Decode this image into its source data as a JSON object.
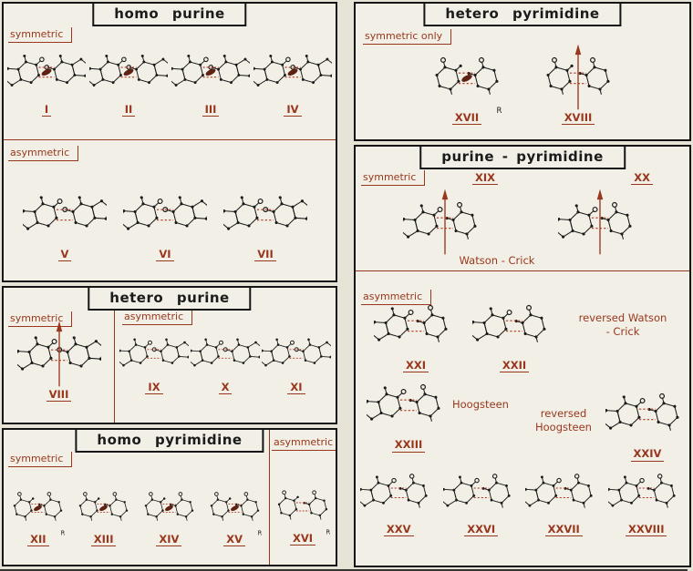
{
  "colors": {
    "accent": "#98371d",
    "ink": "#1b1b1b",
    "bond": "#b03a22",
    "ellipse": "#5f2212",
    "paper": "#f2efe6",
    "page_bg": "#e7e3d7",
    "border": "#151515"
  },
  "panels": {
    "homo_purine": {
      "title": "homo purine",
      "symmetric": {
        "label": "symmetric",
        "structures": [
          {
            "numeral": "I",
            "kind": "pp-e"
          },
          {
            "numeral": "II",
            "kind": "pp-e"
          },
          {
            "numeral": "III",
            "kind": "pp-e"
          },
          {
            "numeral": "IV",
            "kind": "pp-e"
          }
        ]
      },
      "asymmetric": {
        "label": "asymmetric",
        "structures": [
          {
            "numeral": "V",
            "kind": "pp"
          },
          {
            "numeral": "VI",
            "kind": "pp"
          },
          {
            "numeral": "VII",
            "kind": "pp"
          }
        ]
      }
    },
    "hetero_purine": {
      "title": "hetero purine",
      "symmetric": {
        "label": "symmetric",
        "structures": [
          {
            "numeral": "VIII",
            "kind": "pp-a"
          }
        ]
      },
      "asymmetric": {
        "label": "asymmetric",
        "structures": [
          {
            "numeral": "IX",
            "kind": "pp"
          },
          {
            "numeral": "X",
            "kind": "pp"
          },
          {
            "numeral": "XI",
            "kind": "pp"
          }
        ]
      }
    },
    "homo_pyrimidine": {
      "title": "homo pyrimidine",
      "symmetric": {
        "label": "symmetric",
        "structures": [
          {
            "numeral": "XII",
            "kind": "yy-e",
            "r": "R"
          },
          {
            "numeral": "XIII",
            "kind": "yy-e"
          },
          {
            "numeral": "XIV",
            "kind": "yy-e"
          },
          {
            "numeral": "XV",
            "kind": "yy-e",
            "r": "R"
          }
        ]
      },
      "asymmetric": {
        "label": "asymmetric",
        "structures": [
          {
            "numeral": "XVI",
            "kind": "yy",
            "r": "R"
          }
        ]
      }
    },
    "hetero_pyrimidine": {
      "title": "hetero pyrimidine",
      "symmetric": {
        "label": "symmetric only",
        "structures": [
          {
            "numeral": "XVII",
            "kind": "yy-e",
            "r": "R"
          },
          {
            "numeral": "XVIII",
            "kind": "yy-a"
          }
        ]
      }
    },
    "purine_pyrimidine": {
      "title": "purine - pyrimidine",
      "symmetric": {
        "label": "symmetric",
        "annotation": "Watson - Crick",
        "structures": [
          {
            "numeral": "XIX",
            "kind": "uy-a"
          },
          {
            "numeral": "XX",
            "kind": "uy-a"
          }
        ]
      },
      "asymmetric": {
        "label": "asymmetric",
        "row1": {
          "annotation": "reversed Watson - Crick",
          "structures": [
            {
              "numeral": "XXI",
              "kind": "uy"
            },
            {
              "numeral": "XXII",
              "kind": "uy"
            }
          ]
        },
        "row2": {
          "annotation_left": "Hoogsteen",
          "annotation_right": "reversed Hoogsteen",
          "structures_left": [
            {
              "numeral": "XXIII",
              "kind": "uy"
            }
          ],
          "structures_right": [
            {
              "numeral": "XXIV",
              "kind": "uy"
            }
          ]
        },
        "row3": {
          "structures": [
            {
              "numeral": "XXV",
              "kind": "uy"
            },
            {
              "numeral": "XXVI",
              "kind": "uy"
            },
            {
              "numeral": "XXVII",
              "kind": "uy"
            },
            {
              "numeral": "XXVIII",
              "kind": "uy"
            }
          ]
        }
      }
    }
  }
}
